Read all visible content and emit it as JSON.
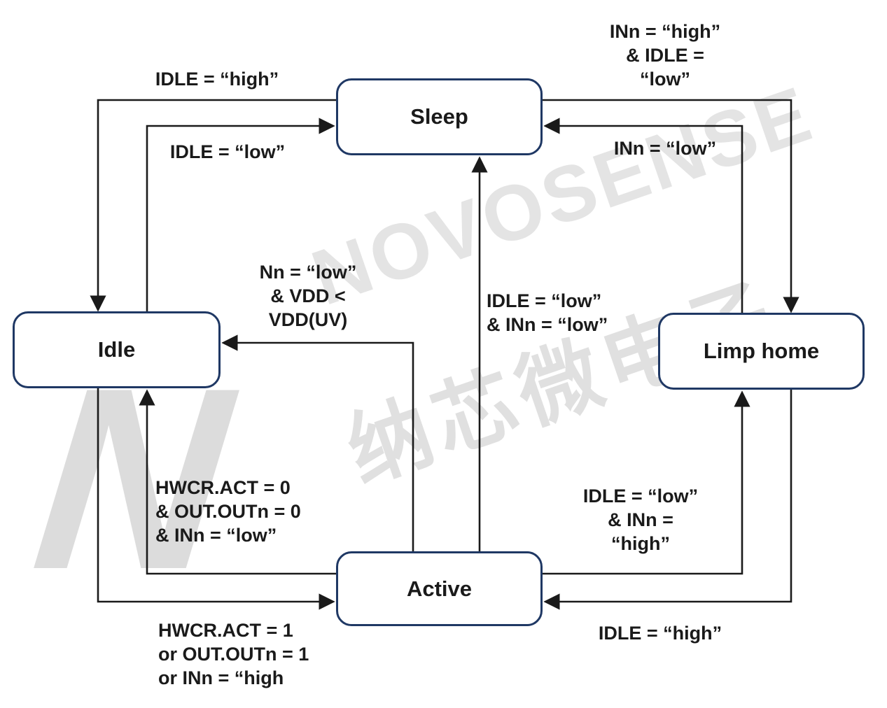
{
  "states": {
    "sleep": "Sleep",
    "idle": "Idle",
    "limp_home": "Limp home",
    "active": "Active"
  },
  "transitions": {
    "sleep_to_idle": "IDLE = “high”",
    "idle_to_sleep": "IDLE = “low”",
    "sleep_to_limp": "INn = “high”\n& IDLE =\n“low”",
    "limp_to_sleep": "INn = “low”",
    "active_to_idle_upper": "Nn = “low”\n& VDD <\nVDD(UV)",
    "active_to_sleep": "IDLE = “low”\n& INn = “low”",
    "active_to_idle_lower": "HWCR.ACT = 0\n& OUT.OUTn = 0\n& INn = “low”",
    "active_to_limp": "IDLE = “low”\n& INn =\n“high”",
    "idle_to_active": "HWCR.ACT = 1\nor OUT.OUTn = 1\nor INn = “high",
    "limp_to_active": "IDLE = “high”"
  },
  "watermark": {
    "brand": "NOVOSENSE",
    "chinese": "纳芯微电子",
    "logo_letter": "N"
  },
  "colors": {
    "box_border": "#1f3864",
    "line": "#1a1a1a",
    "watermark": "#e2e2e2"
  }
}
